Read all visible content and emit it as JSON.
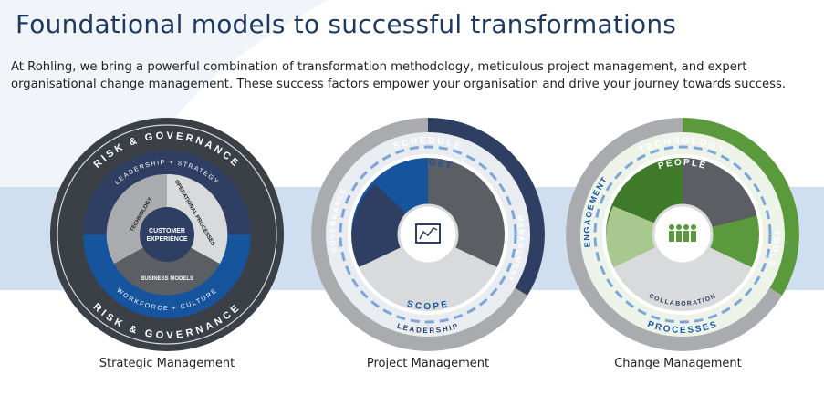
{
  "page": {
    "title": "Foundational models to successful transformations",
    "intro": "At Rohling, we bring a powerful combination of transformation methodology, meticulous project management, and expert organisational change management. These success factors empower your organisation and drive your journey towards success."
  },
  "strategic": {
    "caption": "Strategic Management",
    "outer_top": "RISK & GOVERNANCE",
    "outer_bottom": "RISK & GOVERNANCE",
    "inner_top": "LEADERSHIP + STRATEGY",
    "inner_bottom": "WORKFORCE + CULTURE",
    "seg_tech": "TECHNOLOGY",
    "seg_ops": "OPERATIONAL PROCESSES",
    "seg_biz": "BUSINESS MODELS",
    "center_line1": "CUSTOMER",
    "center_line2": "EXPERIENCE"
  },
  "project": {
    "caption": "Project Management",
    "schedule": "SCHEDULE",
    "management": "MANAGEMENT",
    "governance": "GOVERNANCE",
    "leadership": "LEADERSHIP",
    "budget": "BUDGET",
    "scope": "SCOPE"
  },
  "change": {
    "caption": "Change Management",
    "technology": "TECHNOLOGY",
    "tools": "TOOLS",
    "engagement": "ENGAGEMENT",
    "processes": "PROCESSES",
    "people": "PEOPLE",
    "collaboration": "COLLABORATION"
  },
  "colors": {
    "navy": "#2e3f63",
    "dark_grey": "#3b3f46",
    "mid_grey": "#5b5e63",
    "light_grey": "#a9abae",
    "pale_grey": "#d9dadc",
    "blue": "#16559e",
    "dash_blue": "#7aa6d8",
    "green": "#5a9a3c",
    "light_green": "#a7c98f",
    "dark_green": "#3f7a2a",
    "band": "#cfdff0"
  }
}
